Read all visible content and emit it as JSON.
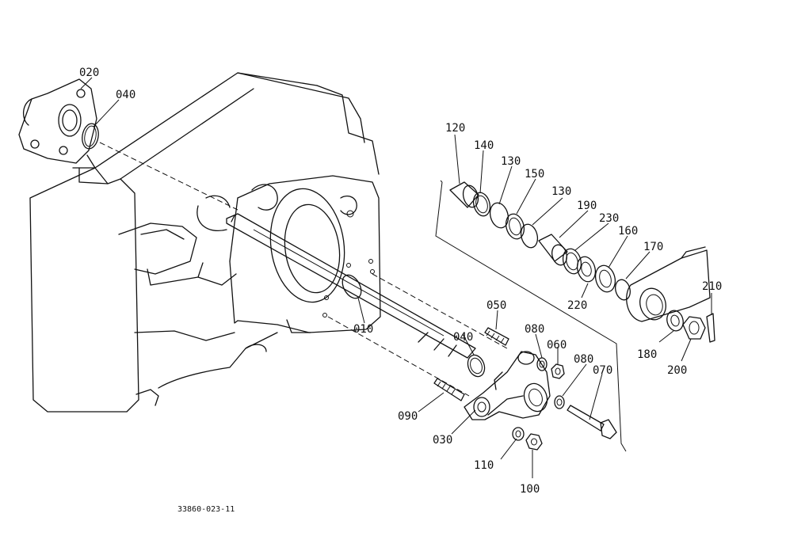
{
  "diagram": {
    "drawing_number": "33860-023-11",
    "callouts": {
      "p010": "010",
      "p020": "020",
      "p030": "030",
      "p040a": "040",
      "p040b": "040",
      "p050": "050",
      "p060": "060",
      "p070": "070",
      "p080a": "080",
      "p080b": "080",
      "p090": "090",
      "p100": "100",
      "p110": "110",
      "p120": "120",
      "p130a": "130",
      "p130b": "130",
      "p140": "140",
      "p150": "150",
      "p160": "160",
      "p170": "170",
      "p180": "180",
      "p190": "190",
      "p200": "200",
      "p210": "210",
      "p220": "220",
      "p230": "230"
    }
  }
}
